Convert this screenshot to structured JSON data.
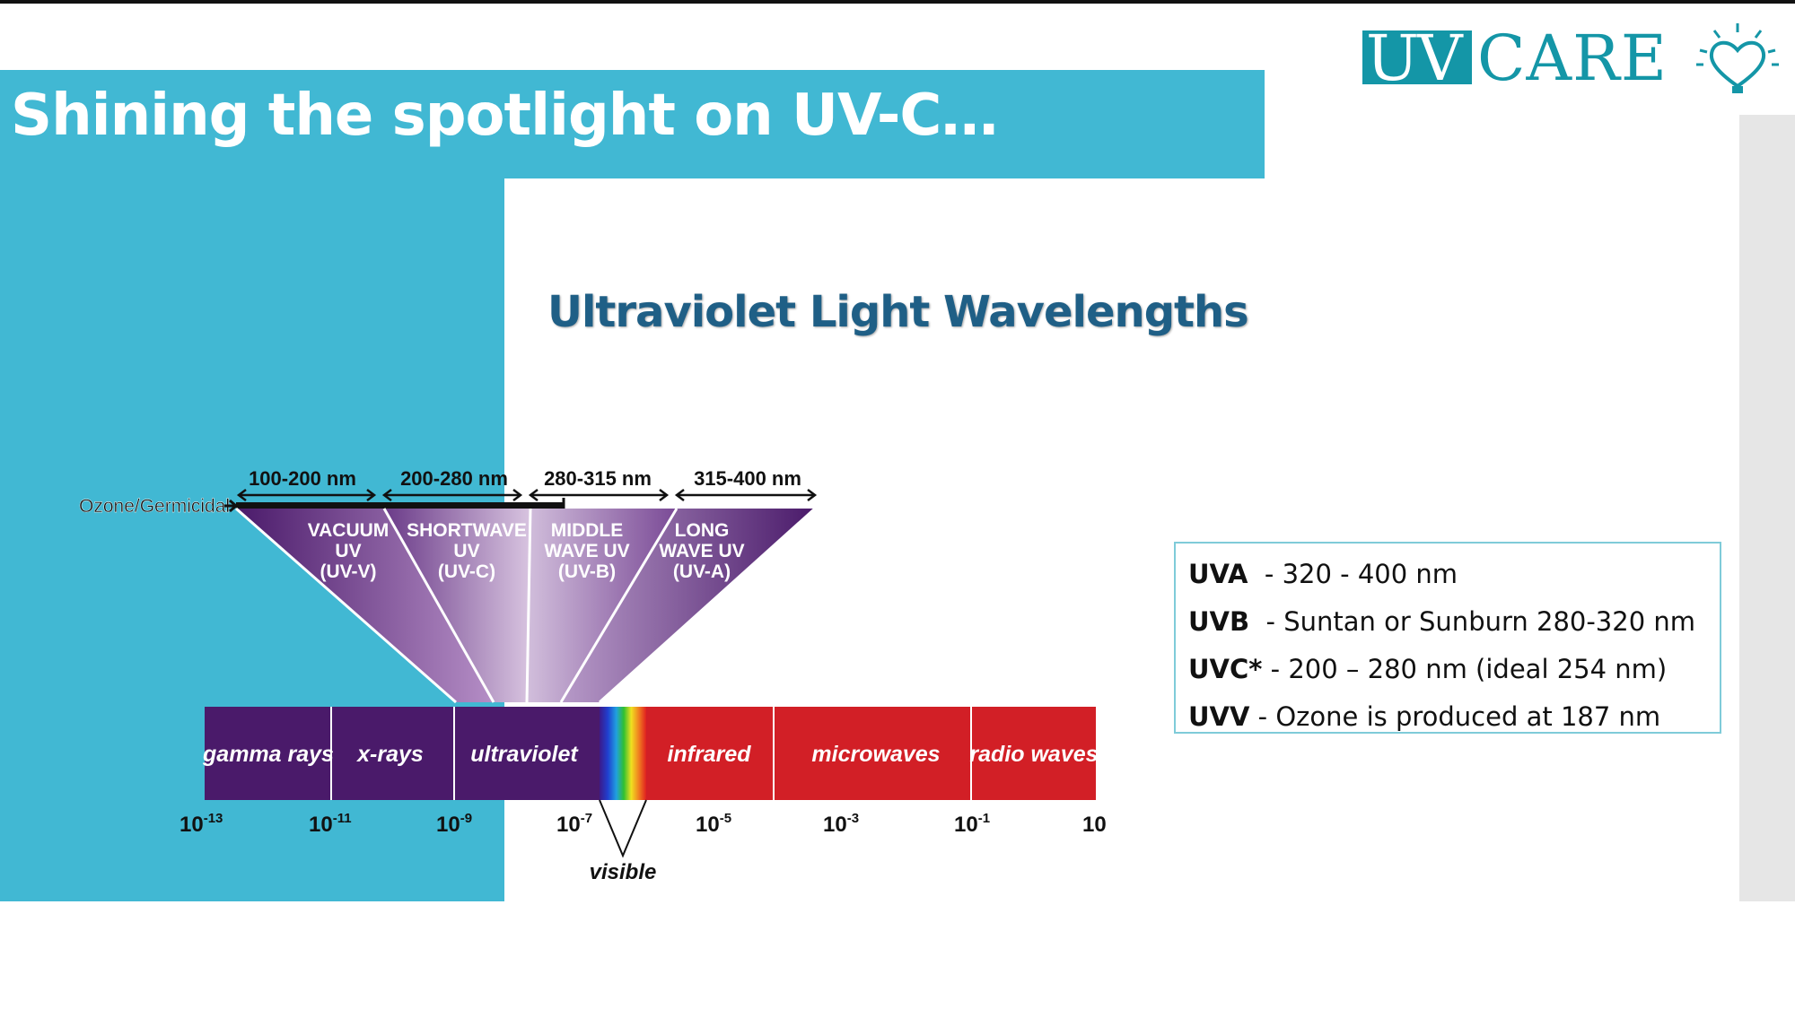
{
  "slide": {
    "title": "Shining the spotlight on UV-C…",
    "logo": {
      "uv": "UV",
      "care": "CARE"
    }
  },
  "diagram": {
    "title": "Ultraviolet Light Wavelengths",
    "ozone_label": "Ozone/Germicidal",
    "ranges": [
      "100-200 nm",
      "200-280 nm",
      "280-315 nm",
      "315-400 nm"
    ],
    "bands": [
      {
        "lines": [
          "VACUUM",
          "UV",
          "(UV-V)"
        ]
      },
      {
        "lines": [
          "SHORTWAVE",
          "UV",
          "(UV-C)"
        ]
      },
      {
        "lines": [
          "MIDDLE",
          "WAVE UV",
          "(UV-B)"
        ]
      },
      {
        "lines": [
          "LONG",
          "WAVE UV",
          "(UV-A)"
        ]
      }
    ],
    "spectrum": [
      "gamma rays",
      "x-rays",
      "ultraviolet",
      "infrared",
      "microwaves",
      "radio waves"
    ],
    "visible_label": "visible",
    "scale": [
      {
        "base": "10",
        "exp": "-13"
      },
      {
        "base": "10",
        "exp": "-11"
      },
      {
        "base": "10",
        "exp": "-9"
      },
      {
        "base": "10",
        "exp": "-7"
      },
      {
        "base": "10",
        "exp": "-5"
      },
      {
        "base": "10",
        "exp": "-3"
      },
      {
        "base": "10",
        "exp": "-1"
      },
      {
        "base": "10",
        "exp": ""
      }
    ],
    "colors": {
      "purple_dark": "#4a1a6a",
      "red": "#d21f26",
      "teal": "#41b8d3",
      "title_blue": "#1f5f86"
    }
  },
  "legend": [
    {
      "key": "UVA",
      "text": "  - 320 - 400 nm"
    },
    {
      "key": "UVB",
      "text": "  - Suntan or Sunburn 280-320 nm"
    },
    {
      "key": "UVC*",
      "text": " - 200 – 280 nm (ideal 254 nm)"
    },
    {
      "key": "UVV",
      "text": " - Ozone is produced at 187 nm"
    }
  ]
}
